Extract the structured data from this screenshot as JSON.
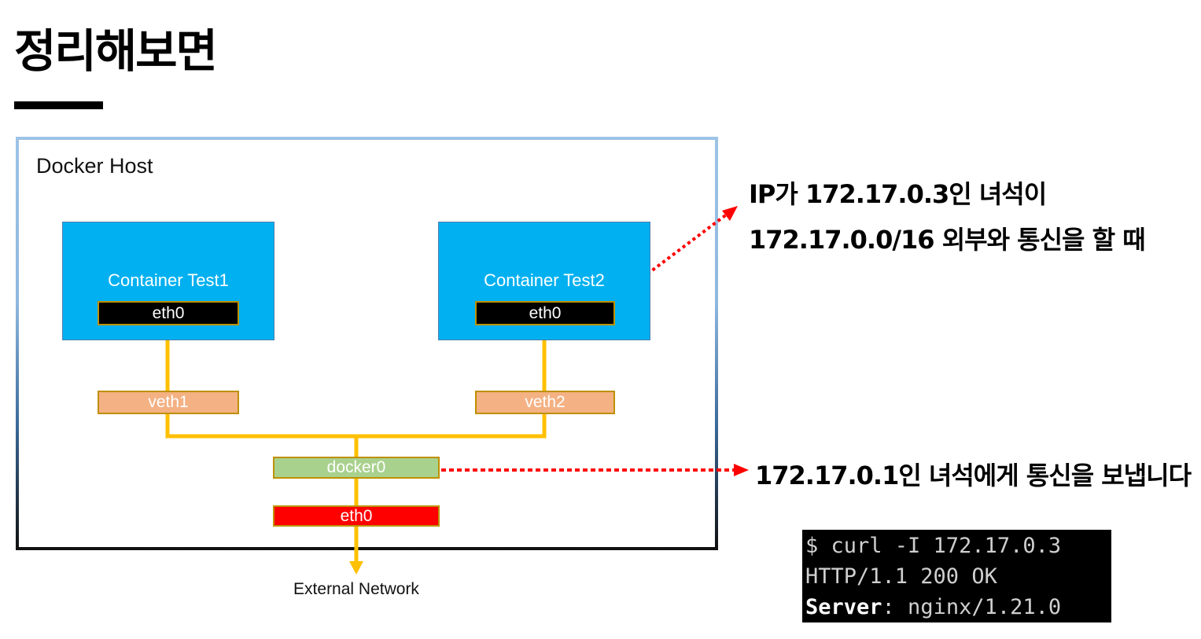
{
  "slide": {
    "title": "정리해보면"
  },
  "diagram": {
    "host_label": "Docker Host",
    "containers": [
      {
        "label": "Container Test1",
        "iface": "eth0",
        "veth": "veth1"
      },
      {
        "label": "Container Test2",
        "iface": "eth0",
        "veth": "veth2"
      }
    ],
    "bridge": "docker0",
    "host_iface": "eth0",
    "external_label": "External Network",
    "colors": {
      "container": "#00b0f0",
      "veth": "#f4b183",
      "bridge": "#a9d18e",
      "host_iface": "#ff0000",
      "link": "#ffc000",
      "annotation_arrow": "#ff0000"
    }
  },
  "annotations": {
    "top_line1": "IP가 172.17.0.3인 녀석이",
    "top_line2": "172.17.0.0/16 외부와 통신을 할 때",
    "bottom_line": "172.17.0.1인 녀석에게 통신을 보냅니다"
  },
  "terminal": {
    "line1": "$ curl -I 172.17.0.3",
    "line2": "HTTP/1.1 200 OK",
    "line3_key": "Server",
    "line3_rest": ": nginx/1.21.0"
  }
}
